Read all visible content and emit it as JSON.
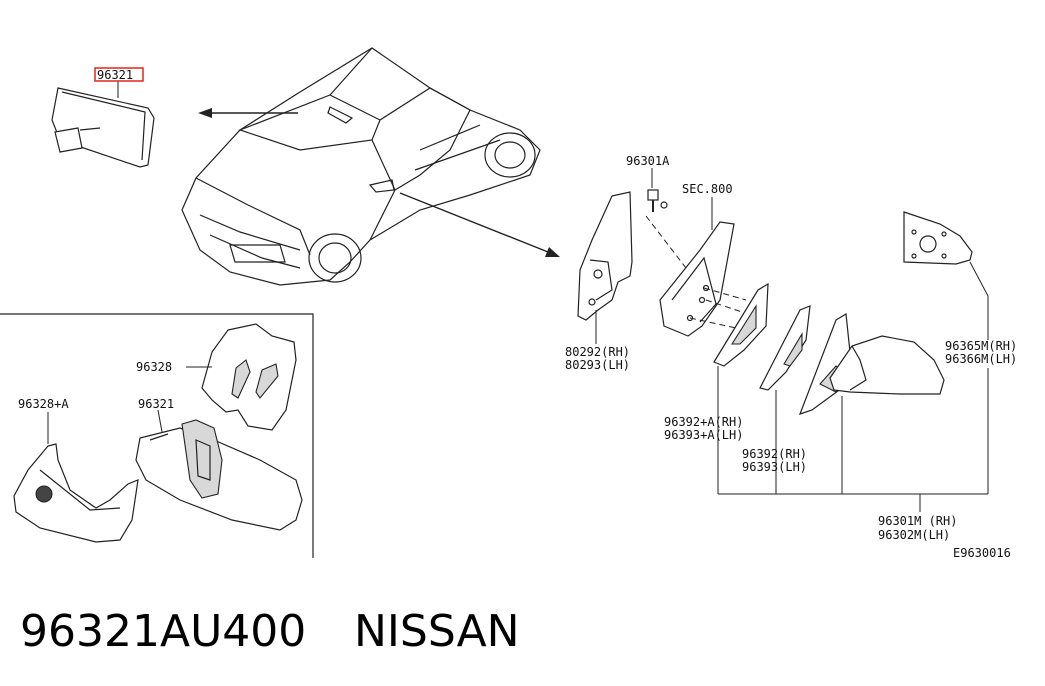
{
  "labels": {
    "mirror_top": "96321",
    "bolt": "96301A",
    "section": "SEC.800",
    "cover_rh": "80292(RH)",
    "cover_lh": "80293(LH)",
    "mirror_rh": "96365M(RH)",
    "mirror_lh": "96366M(LH)",
    "finisher_a_rh": "96392+A(RH)",
    "finisher_a_lh": "96393+A(LH)",
    "finisher_rh": "96392(RH)",
    "finisher_lh": "96393(LH)",
    "assy_rh": "96301M (RH)",
    "assy_lh": "96302M(LH)",
    "detail_cover": "96328",
    "detail_cover_a": "96328+A",
    "detail_mirror": "96321",
    "diagram_code": "E9630016"
  },
  "footer": {
    "part_number": "96321AU400",
    "brand": "NISSAN"
  },
  "colors": {
    "highlight": "#e0261b",
    "line": "#222222"
  }
}
